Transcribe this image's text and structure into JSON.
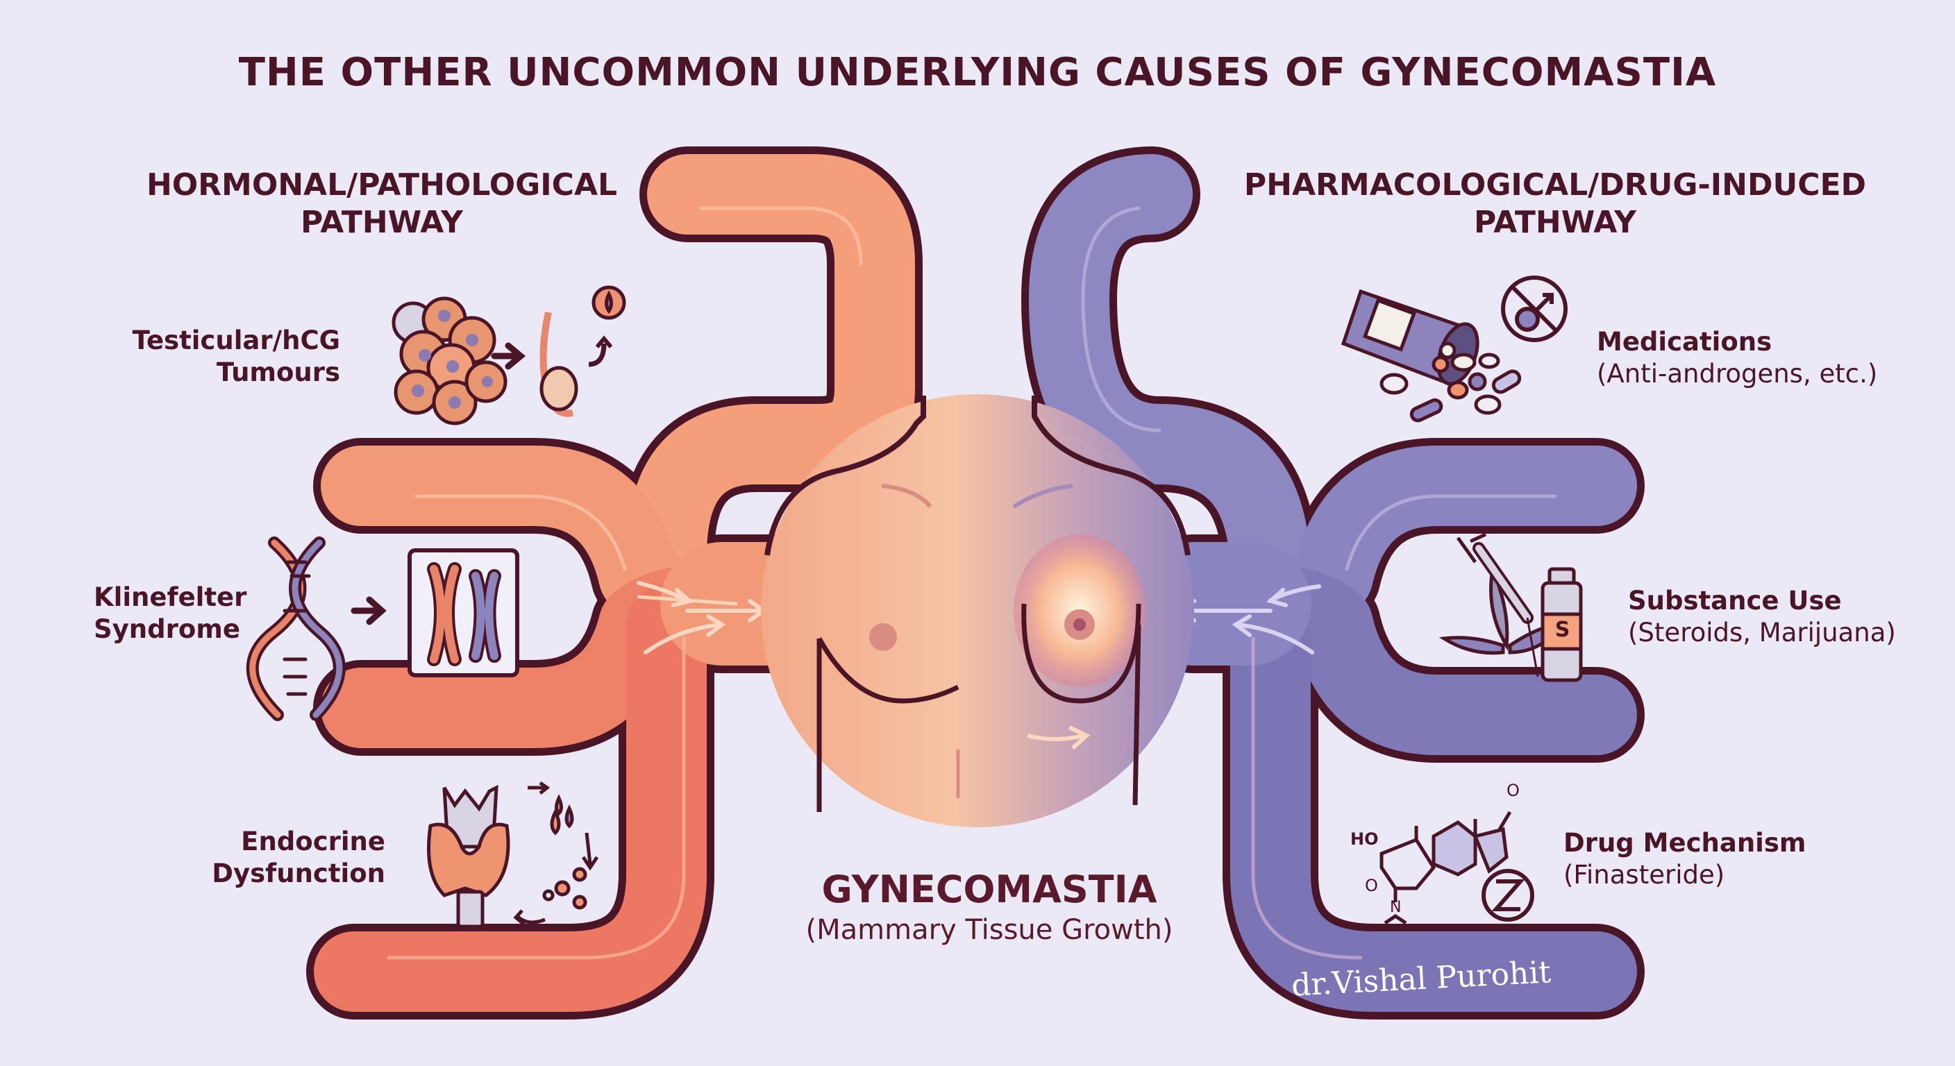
{
  "title": "THE OTHER UNCOMMON UNDERLYING CAUSES OF GYNECOMASTIA",
  "colors": {
    "background": "#ebe9f5",
    "text": "#4a1527",
    "outline": "#4a1527",
    "hormonal_pathway": "#f29a78",
    "hormonal_pathway_dark": "#ec7b63",
    "drug_pathway": "#8e89c2",
    "highlight": "#fcd1b8"
  },
  "left_pathway": {
    "title_line1": "HORMONAL/PATHOLOGICAL",
    "title_line2": "PATHWAY",
    "causes": [
      {
        "line1": "Testicular/hCG",
        "line2": "Tumours",
        "icon": "tumor-cells-icon",
        "icon2": "testis-hormone-icon"
      },
      {
        "line1": "Klinefelter",
        "line2": "Syndrome",
        "icon": "dna-icon",
        "icon2": "chromosome-xx-icon"
      },
      {
        "line1": "Endocrine",
        "line2": "Dysfunction",
        "icon": "thyroid-icon",
        "icon2": "hormone-cycle-icon"
      }
    ]
  },
  "right_pathway": {
    "title_line1": "PHARMACOLOGICAL/DRUG-INDUCED",
    "title_line2": "PATHWAY",
    "causes": [
      {
        "line1": "Medications",
        "line2": "(Anti-androgens, etc.)",
        "icon": "pill-bottle-icon",
        "icon2": "no-male-symbol-icon"
      },
      {
        "line1": "Substance Use",
        "line2": "(Steroids, Marijuana)",
        "icon": "syringe-cannabis-icon",
        "icon2": "steroid-vial-icon",
        "vial_label": "S"
      },
      {
        "line1": "Drug Mechanism",
        "line2": "(Finasteride)",
        "icon": "steroid-molecule-icon",
        "icon2": "inhibition-icon",
        "molecule_labels": {
          "ho": "HO",
          "o_top": "O",
          "o_left": "O",
          "n": "N"
        }
      }
    ]
  },
  "center": {
    "title": "GYNECOMASTIA",
    "subtitle": "(Mammary Tissue Growth)",
    "illustration": "male-torso-icon"
  },
  "signature": "dr.Vishal Purohit"
}
